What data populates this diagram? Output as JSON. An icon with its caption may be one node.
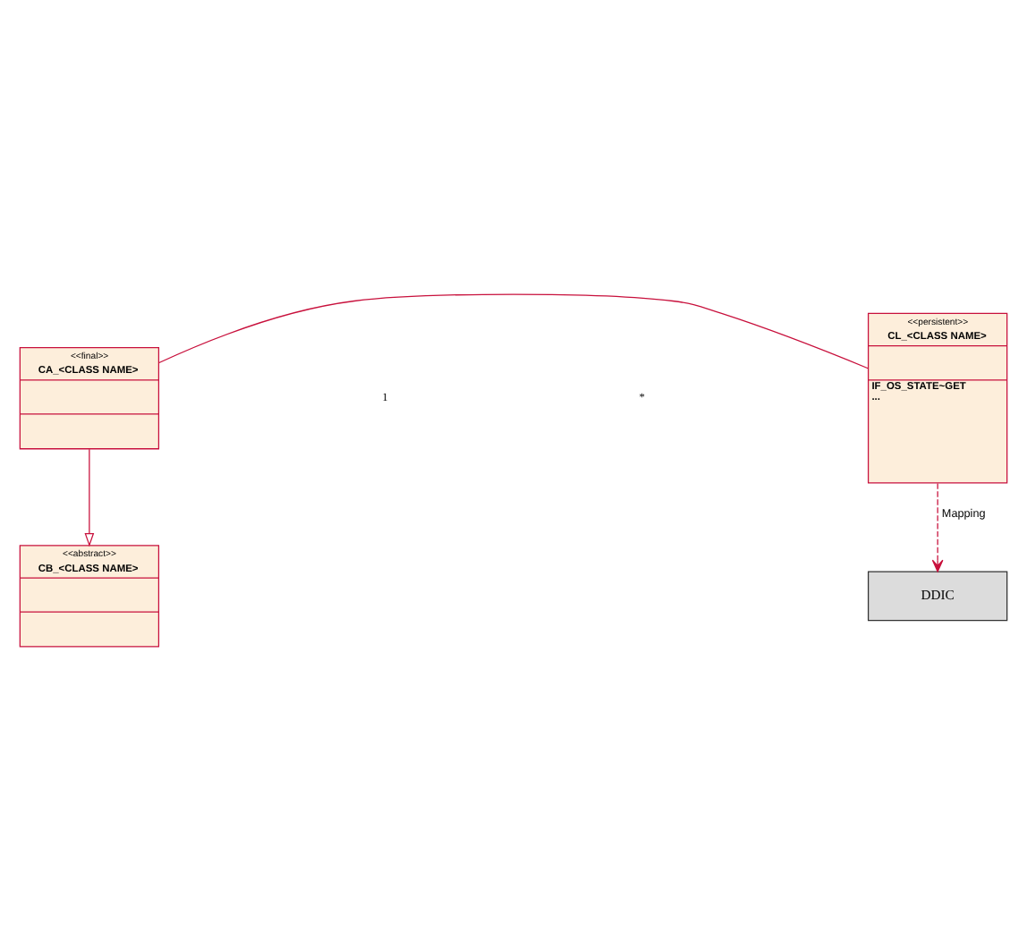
{
  "diagram": {
    "nodes": [
      {
        "text": [
          "<<abstract>>",
          "CB_<CLASS NAME>"
        ]
      },
      {
        "text": [
          "<<final>>",
          "CA_<CLASS NAME>"
        ]
      },
      {
        "text": [
          "<<persistent>>",
          "CL_<CLASS NAME>",
          "IF_OS_STATE~GET",
          "..."
        ]
      },
      {
        "text": [
          "DDIC"
        ]
      }
    ],
    "edges": [
      {
        "from": 1,
        "to": 0,
        "arrow": "to"
      },
      {
        "from": 1,
        "to": 2,
        "arrow": "none"
      },
      {
        "from": 2,
        "to": 3,
        "arrow": "to",
        "label": "Mapping",
        "style": "dashed"
      }
    ],
    "labels": [
      "1",
      "*"
    ]
  }
}
